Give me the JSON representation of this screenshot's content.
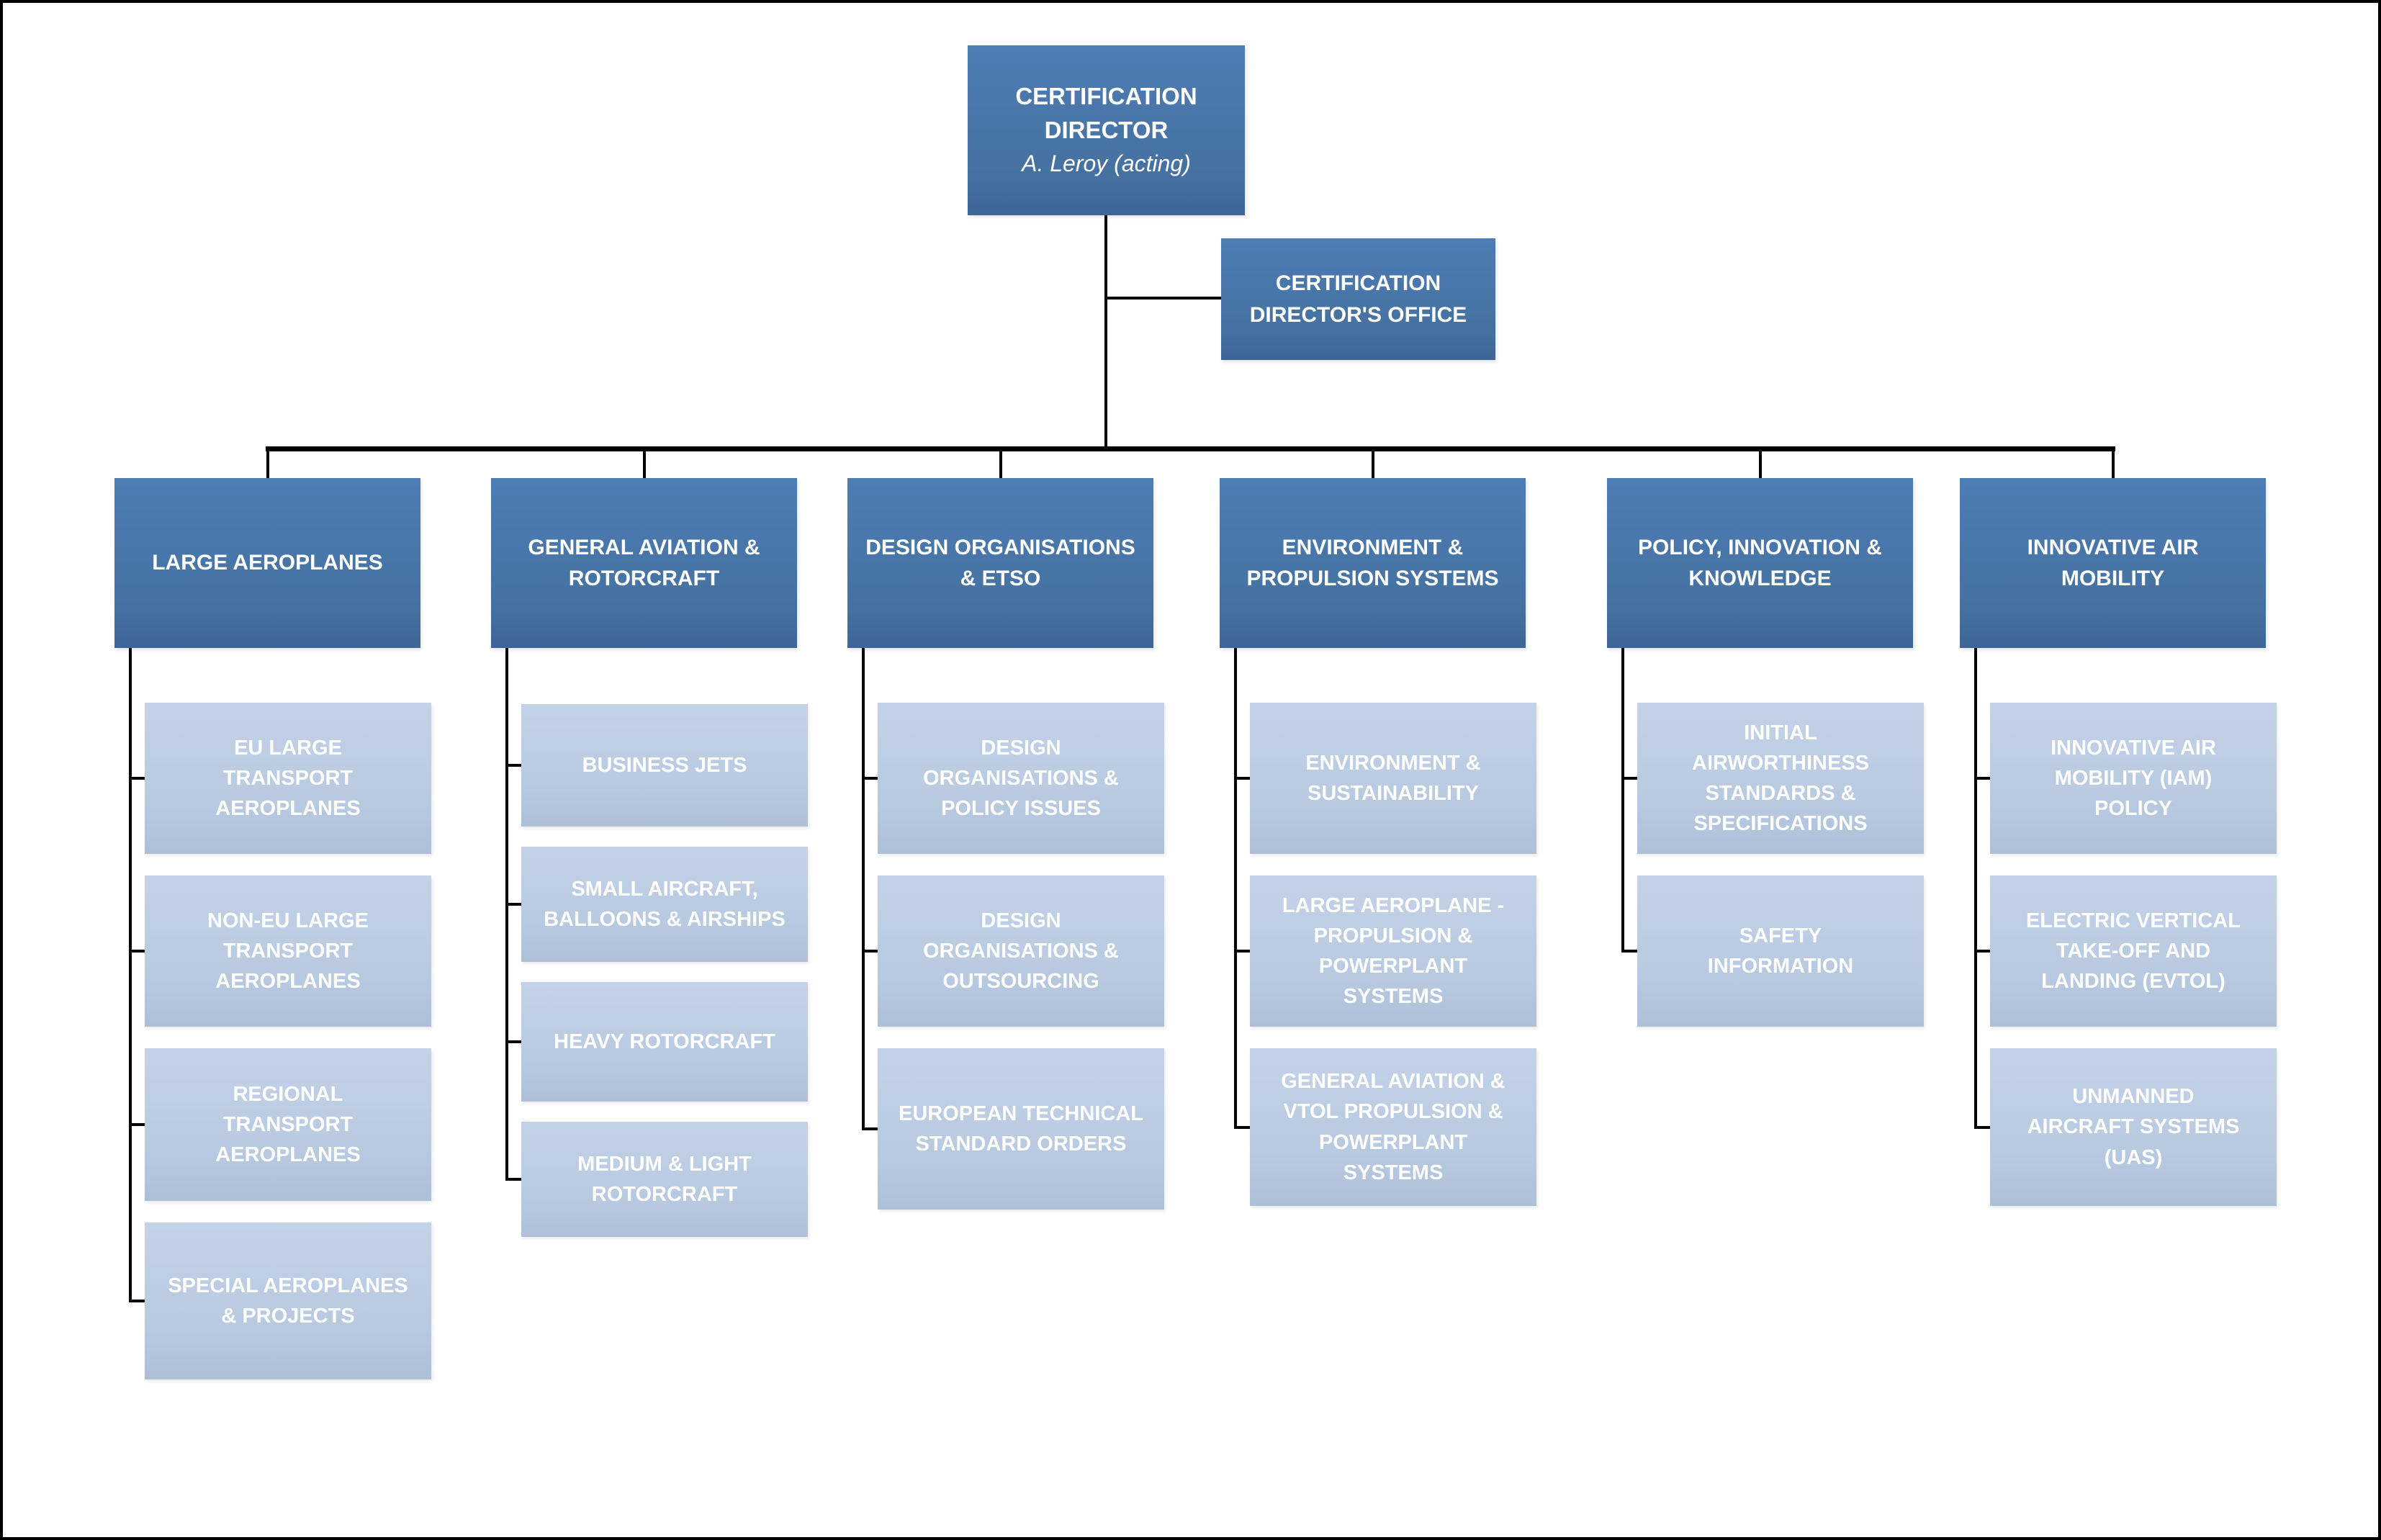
{
  "palette": {
    "dark_box_top": "#4e7db6",
    "dark_box_bottom": "#3d6595",
    "light_box_top": "#c4d2e7",
    "light_box_bottom": "#aebfd8",
    "box_text": "#ffffff",
    "connector": "#000000",
    "page_background": "#ffffff",
    "page_border": "#000000"
  },
  "root": {
    "label": "CERTIFICATION DIRECTOR",
    "lines": [
      "CERTIFICATION",
      "DIRECTOR"
    ],
    "subtitle": "A. Leroy (acting)"
  },
  "office": {
    "label": "CERTIFICATION DIRECTOR'S OFFICE",
    "lines": [
      "CERTIFICATION",
      "DIRECTOR'S OFFICE"
    ]
  },
  "columns": [
    {
      "label": "LARGE AEROPLANES",
      "label_lines": [
        "LARGE AEROPLANES"
      ],
      "children": [
        {
          "label": "EU LARGE TRANSPORT AEROPLANES",
          "lines": [
            "EU LARGE",
            "TRANSPORT",
            "AEROPLANES"
          ]
        },
        {
          "label": "NON-EU LARGE TRANSPORT AEROPLANES",
          "lines": [
            "NON-EU LARGE",
            "TRANSPORT",
            "AEROPLANES"
          ]
        },
        {
          "label": "REGIONAL TRANSPORT AEROPLANES",
          "lines": [
            "REGIONAL",
            "TRANSPORT",
            "AEROPLANES"
          ]
        },
        {
          "label": "SPECIAL AEROPLANES & PROJECTS",
          "lines": [
            "SPECIAL AEROPLANES",
            "& PROJECTS"
          ]
        }
      ]
    },
    {
      "label": "GENERAL AVIATION & ROTORCRAFT",
      "label_lines": [
        "GENERAL AVIATION &",
        "ROTORCRAFT"
      ],
      "children": [
        {
          "label": "BUSINESS JETS",
          "lines": [
            "BUSINESS JETS"
          ]
        },
        {
          "label": "SMALL AIRCRAFT, BALLOONS & AIRSHIPS",
          "lines": [
            "SMALL AIRCRAFT,",
            "BALLOONS & AIRSHIPS"
          ]
        },
        {
          "label": "HEAVY ROTORCRAFT",
          "lines": [
            "HEAVY ROTORCRAFT"
          ]
        },
        {
          "label": "MEDIUM & LIGHT ROTORCRAFT",
          "lines": [
            "MEDIUM & LIGHT",
            "ROTORCRAFT"
          ]
        }
      ]
    },
    {
      "label": "DESIGN ORGANISATIONS & ETSO",
      "label_lines": [
        "DESIGN ORGANISATIONS",
        "& ETSO"
      ],
      "children": [
        {
          "label": "DESIGN ORGANISATIONS & POLICY ISSUES",
          "lines": [
            "DESIGN",
            "ORGANISATIONS &",
            "POLICY ISSUES"
          ]
        },
        {
          "label": "DESIGN ORGANISATIONS & OUTSOURCING",
          "lines": [
            "DESIGN",
            "ORGANISATIONS &",
            "OUTSOURCING"
          ]
        },
        {
          "label": "EUROPEAN TECHNICAL STANDARD ORDERS",
          "lines": [
            "EUROPEAN TECHNICAL",
            "STANDARD ORDERS"
          ]
        }
      ]
    },
    {
      "label": "ENVIRONMENT & PROPULSION SYSTEMS",
      "label_lines": [
        "ENVIRONMENT &",
        "PROPULSION SYSTEMS"
      ],
      "children": [
        {
          "label": "ENVIRONMENT & SUSTAINABILITY",
          "lines": [
            "ENVIRONMENT &",
            "SUSTAINABILITY"
          ]
        },
        {
          "label": "LARGE AEROPLANE - PROPULSION & POWERPLANT SYSTEMS",
          "lines": [
            "LARGE AEROPLANE -",
            "PROPULSION &",
            "POWERPLANT",
            "SYSTEMS"
          ]
        },
        {
          "label": "GENERAL AVIATION & VTOL PROPULSION & POWERPLANT SYSTEMS",
          "lines": [
            "GENERAL AVIATION &",
            "VTOL PROPULSION &",
            "POWERPLANT",
            "SYSTEMS"
          ]
        }
      ]
    },
    {
      "label": "POLICY, INNOVATION & KNOWLEDGE",
      "label_lines": [
        "POLICY, INNOVATION &",
        "KNOWLEDGE"
      ],
      "children": [
        {
          "label": "INITIAL AIRWORTHINESS STANDARDS & SPECIFICATIONS",
          "lines": [
            "INITIAL",
            "AIRWORTHINESS",
            "STANDARDS &",
            "SPECIFICATIONS"
          ]
        },
        {
          "label": "SAFETY INFORMATION",
          "lines": [
            "SAFETY",
            "INFORMATION"
          ]
        }
      ]
    },
    {
      "label": "INNOVATIVE AIR MOBILITY",
      "label_lines": [
        "INNOVATIVE AIR",
        "MOBILITY"
      ],
      "children": [
        {
          "label": "INNOVATIVE AIR MOBILITY (IAM) POLICY",
          "lines": [
            "INNOVATIVE AIR",
            "MOBILITY (IAM)",
            "POLICY"
          ]
        },
        {
          "label": "ELECTRIC VERTICAL TAKE-OFF AND LANDING (EVTOL)",
          "lines": [
            "ELECTRIC VERTICAL",
            "TAKE-OFF AND",
            "LANDING (EVTOL)"
          ]
        },
        {
          "label": "UNMANNED AIRCRAFT SYSTEMS (UAS)",
          "lines": [
            "UNMANNED",
            "AIRCRAFT SYSTEMS",
            "(UAS)"
          ]
        }
      ]
    }
  ]
}
